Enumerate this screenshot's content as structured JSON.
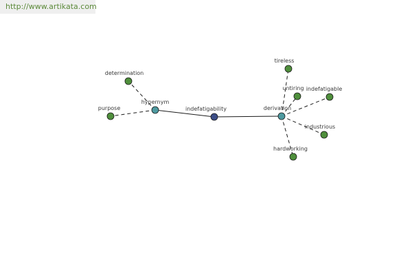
{
  "header": {
    "url": "http://www.artikata.com",
    "url_color": "#5c8a3a"
  },
  "colors": {
    "center_node": "#3c4d86",
    "relation_node": "#4e9aa0",
    "leaf_node": "#4f8f3c",
    "edge": "#1a1a1a"
  },
  "graph": {
    "nodes": [
      {
        "id": "center",
        "label": "indefatigability",
        "role": "center"
      },
      {
        "id": "hypernym",
        "label": "hypernym",
        "role": "relation"
      },
      {
        "id": "derivation",
        "label": "derivation",
        "role": "relation"
      },
      {
        "id": "determination",
        "label": "determination",
        "role": "leaf"
      },
      {
        "id": "purpose",
        "label": "purpose",
        "role": "leaf"
      },
      {
        "id": "tireless",
        "label": "tireless",
        "role": "leaf"
      },
      {
        "id": "untiring",
        "label": "untiring",
        "role": "leaf"
      },
      {
        "id": "indefatigable",
        "label": "indefatigable",
        "role": "leaf"
      },
      {
        "id": "industrious",
        "label": "industrious",
        "role": "leaf"
      },
      {
        "id": "hardworking",
        "label": "hardworking",
        "role": "leaf"
      }
    ],
    "edges": [
      {
        "from": "center",
        "to": "hypernym",
        "style": "solid"
      },
      {
        "from": "center",
        "to": "derivation",
        "style": "solid"
      },
      {
        "from": "hypernym",
        "to": "determination",
        "style": "dashed"
      },
      {
        "from": "hypernym",
        "to": "purpose",
        "style": "dashed"
      },
      {
        "from": "derivation",
        "to": "tireless",
        "style": "dashed"
      },
      {
        "from": "derivation",
        "to": "untiring",
        "style": "dashed"
      },
      {
        "from": "derivation",
        "to": "indefatigable",
        "style": "dashed"
      },
      {
        "from": "derivation",
        "to": "industrious",
        "style": "dashed"
      },
      {
        "from": "derivation",
        "to": "hardworking",
        "style": "dashed"
      }
    ]
  }
}
